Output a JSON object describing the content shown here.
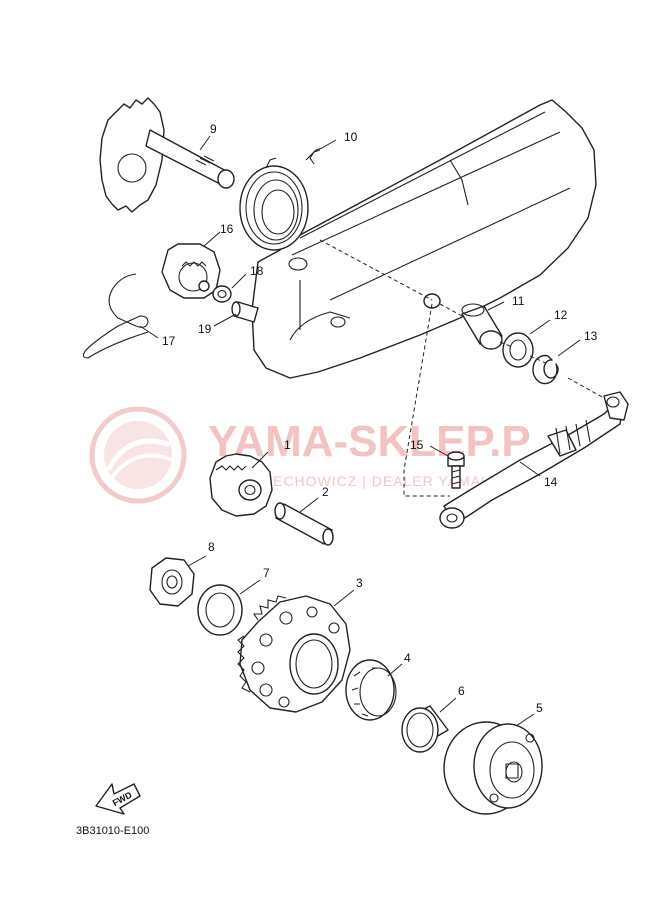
{
  "watermark": {
    "brand": "YAMA-SKLEP.P",
    "tagline": "RECHOWICZ | DEALER YAMAHA",
    "color": "#e9a3a3"
  },
  "callouts": [
    {
      "id": "label-1",
      "text": "1"
    },
    {
      "id": "label-2",
      "text": "2"
    },
    {
      "id": "label-3",
      "text": "3"
    },
    {
      "id": "label-4",
      "text": "4"
    },
    {
      "id": "label-5",
      "text": "5"
    },
    {
      "id": "label-6",
      "text": "6"
    },
    {
      "id": "label-7",
      "text": "7"
    },
    {
      "id": "label-8",
      "text": "8"
    },
    {
      "id": "label-9",
      "text": "9"
    },
    {
      "id": "label-10",
      "text": "10"
    },
    {
      "id": "label-11",
      "text": "11"
    },
    {
      "id": "label-12",
      "text": "12"
    },
    {
      "id": "label-13",
      "text": "13"
    },
    {
      "id": "label-14",
      "text": "14"
    },
    {
      "id": "label-15",
      "text": "15"
    },
    {
      "id": "label-16",
      "text": "16"
    },
    {
      "id": "label-17",
      "text": "17"
    },
    {
      "id": "label-18",
      "text": "18"
    },
    {
      "id": "label-19",
      "text": "19"
    }
  ],
  "direction_marker": "FWD",
  "diagram_code": "3B31010-E100"
}
